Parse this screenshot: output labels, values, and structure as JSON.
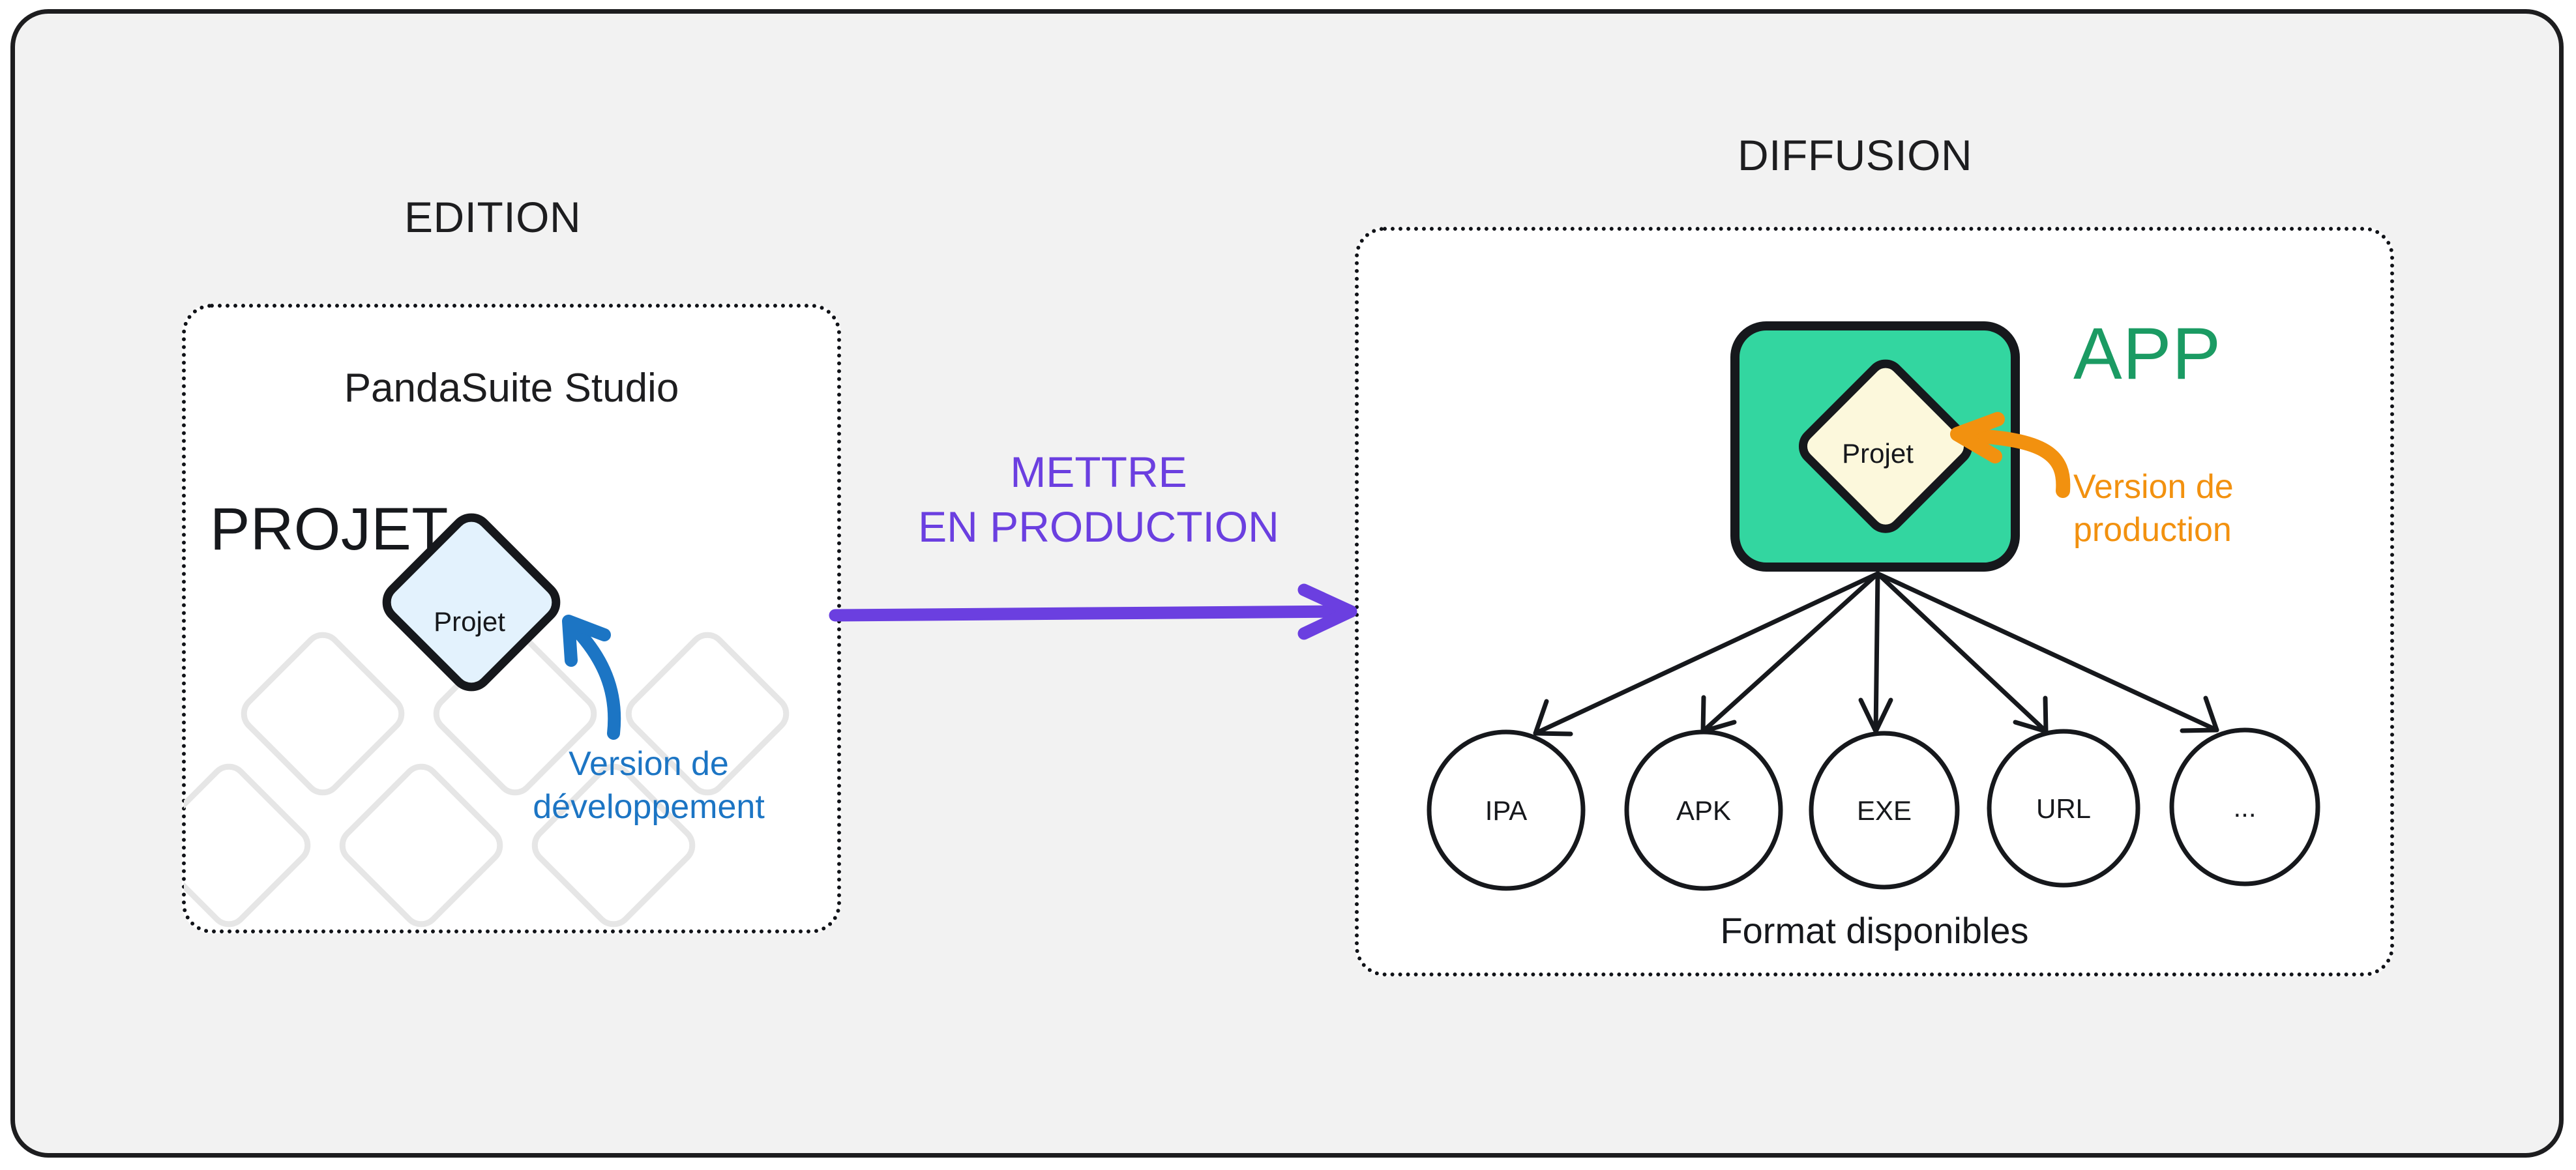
{
  "diagram": {
    "title_edition": "EDITION",
    "title_diffusion": "DIFFUSION",
    "background_color": "#f2f2f2",
    "border_color": "#1d1d1f"
  },
  "edition_panel": {
    "studio_title": "PandaSuite Studio",
    "projet_heading": "PROJET",
    "diamond_label": "Projet",
    "diamond_fill": "#e3f2fd",
    "diamond_stroke": "#16181c",
    "annotation": {
      "text": "Version de\ndéveloppement",
      "color": "#1c75c4",
      "arrow": "curved-arrow-icon"
    },
    "ghost_diamonds_count": 6,
    "ghost_diamond_color": "#e6e6e6"
  },
  "transition": {
    "label": "METTRE\nEN PRODUCTION",
    "color": "#6b3fe0",
    "arrow": "right-arrow-icon"
  },
  "diffusion_panel": {
    "app_label": "APP",
    "app_label_color": "#1b9b63",
    "app_square_fill": "#33d6a0",
    "app_square_stroke": "#16181c",
    "diamond_label": "Projet",
    "diamond_fill": "#fcf8dc",
    "diamond_stroke": "#16181c",
    "annotation": {
      "text": "Version de\nproduction",
      "color": "#f2910f",
      "arrow": "curved-arrow-icon"
    },
    "formats_caption": "Format disponibles",
    "formats": [
      {
        "label": "IPA"
      },
      {
        "label": "APK"
      },
      {
        "label": "EXE"
      },
      {
        "label": "URL"
      },
      {
        "label": "..."
      }
    ],
    "fanout_arrow": "fan-arrow-icon"
  }
}
